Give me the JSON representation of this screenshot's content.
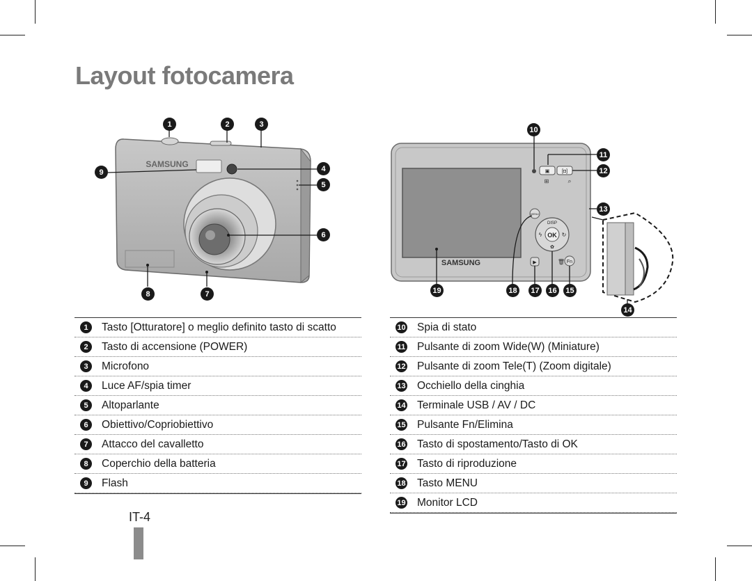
{
  "page": {
    "title": "Layout fotocamera",
    "page_number": "IT-4"
  },
  "front_camera": {
    "brand": "SAMSUNG",
    "callouts": [
      "1",
      "2",
      "3",
      "4",
      "5",
      "6",
      "7",
      "8",
      "9"
    ]
  },
  "back_camera": {
    "brand": "SAMSUNG",
    "buttons": {
      "disp": "DISP",
      "ok": "OK",
      "fn": "Fn",
      "menu": "MENU"
    },
    "callouts": [
      "10",
      "11",
      "12",
      "13",
      "14",
      "15",
      "16",
      "17",
      "18",
      "19"
    ]
  },
  "legend_left": [
    {
      "num": "1",
      "label": "Tasto [Otturatore] o meglio definito tasto di scatto"
    },
    {
      "num": "2",
      "label": "Tasto di accensione (POWER)"
    },
    {
      "num": "3",
      "label": "Microfono"
    },
    {
      "num": "4",
      "label": "Luce AF/spia timer"
    },
    {
      "num": "5",
      "label": "Altoparlante"
    },
    {
      "num": "6",
      "label": "Obiettivo/Copriobiettivo"
    },
    {
      "num": "7",
      "label": "Attacco del cavalletto"
    },
    {
      "num": "8",
      "label": "Coperchio della batteria"
    },
    {
      "num": "9",
      "label": "Flash"
    }
  ],
  "legend_right": [
    {
      "num": "10",
      "label": "Spia di stato"
    },
    {
      "num": "11",
      "label": "Pulsante di zoom Wide(W) (Miniature)"
    },
    {
      "num": "12",
      "label": "Pulsante di zoom Tele(T) (Zoom digitale)"
    },
    {
      "num": "13",
      "label": "Occhiello della cinghia"
    },
    {
      "num": "14",
      "label": "Terminale USB / AV / DC"
    },
    {
      "num": "15",
      "label": "Pulsante Fn/Elimina"
    },
    {
      "num": "16",
      "label": "Tasto di spostamento/Tasto di OK"
    },
    {
      "num": "17",
      "label": "Tasto di riproduzione"
    },
    {
      "num": "18",
      "label": "Tasto MENU"
    },
    {
      "num": "19",
      "label": "Monitor LCD"
    }
  ]
}
